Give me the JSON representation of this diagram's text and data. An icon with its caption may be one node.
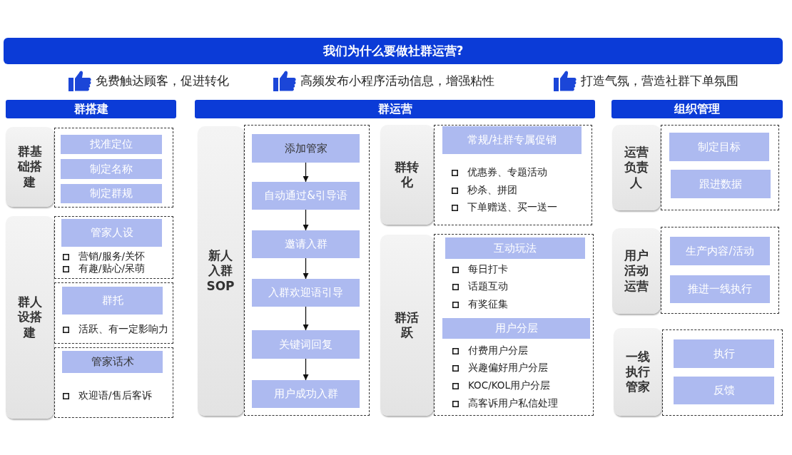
{
  "diagram": {
    "title": "我们为什么要做社群运营?",
    "nodes": [
      {
        "text": [
          "群搭建"
        ]
      },
      {
        "text": [
          "群运营"
        ]
      },
      {
        "text": [
          "组织管理"
        ]
      },
      {
        "text": [
          "群基础搭建"
        ]
      },
      {
        "text": [],
        "shape": "box"
      },
      {
        "text": [
          "找准定位"
        ],
        "in": 4
      },
      {
        "text": [
          "制定名称"
        ],
        "in": 4
      },
      {
        "text": [
          "制定群规"
        ],
        "in": 4
      },
      {
        "text": [
          "群人设搭建"
        ]
      },
      {
        "text": [
          "营销/服务/关怀",
          "有趣/贴心/呆萌"
        ]
      },
      {
        "text": [
          "管家人设"
        ],
        "in": 9
      },
      {
        "text": [
          "活跃、有一定影响力"
        ]
      },
      {
        "text": [
          "群托"
        ],
        "in": 11
      },
      {
        "text": [
          "欢迎语/售后客诉"
        ]
      },
      {
        "text": [
          "管家话术"
        ],
        "in": 13
      },
      {
        "text": [
          "新人入群SOP"
        ]
      },
      {
        "text": [],
        "shape": "box"
      },
      {
        "text": [
          "添加管家"
        ],
        "in": 16
      },
      {
        "text": [
          "自动通过&引导语"
        ],
        "in": 16
      },
      {
        "text": [
          "邀请入群"
        ],
        "in": 16
      },
      {
        "text": [
          "入群欢迎语引导"
        ],
        "in": 16
      },
      {
        "text": [
          "关键词回复"
        ],
        "in": 16
      },
      {
        "text": [
          "用户成功入群"
        ],
        "in": 16
      },
      {
        "text": [
          "群转化"
        ]
      },
      {
        "text": [
          "优惠券、专题活动",
          "秒杀、拼团",
          "下单赠送、买一送一"
        ]
      },
      {
        "text": [
          "常规/社群专属促销"
        ],
        "in": 24
      },
      {
        "text": [
          "群活跃"
        ]
      },
      {
        "text": [
          "每日打卡",
          "话题互动",
          "有奖征集",
          "付费用户分层",
          "兴趣偏好用户分层",
          "KOC/KOL用户分层",
          "高客诉用户私信处理"
        ]
      },
      {
        "text": [
          "互动玩法"
        ],
        "in": 27
      },
      {
        "text": [
          "用户分层"
        ],
        "in": 27
      },
      {
        "text": [
          "运营负责人"
        ]
      },
      {
        "text": [],
        "shape": "box"
      },
      {
        "text": [
          "制定目标"
        ],
        "in": 31
      },
      {
        "text": [
          "跟进数据"
        ],
        "in": 31
      },
      {
        "text": [
          "用户活动运营"
        ]
      },
      {
        "text": [],
        "shape": "box"
      },
      {
        "text": [
          "生产内容/活动"
        ],
        "in": 35
      },
      {
        "text": [
          "推进一线执行"
        ],
        "in": 35
      },
      {
        "text": [
          "一线执行管家"
        ]
      },
      {
        "text": [],
        "shape": "box"
      },
      {
        "text": [
          "执行"
        ],
        "in": 39
      },
      {
        "text": [
          "反馈"
        ],
        "in": 39
      }
    ],
    "edges": [
      {
        "from": 17,
        "to": 18,
        "arrow": "to"
      },
      {
        "from": 18,
        "to": 19,
        "arrow": "to"
      },
      {
        "from": 19,
        "to": 20,
        "arrow": "to"
      },
      {
        "from": 20,
        "to": 21,
        "arrow": "to"
      },
      {
        "from": 21,
        "to": 22,
        "arrow": "to"
      }
    ],
    "labels": [
      "免费触达顾客，促进转化",
      "高频发布小程序活动信息，增强粘性",
      "打造气氛，营造社群下单氛围"
    ]
  }
}
